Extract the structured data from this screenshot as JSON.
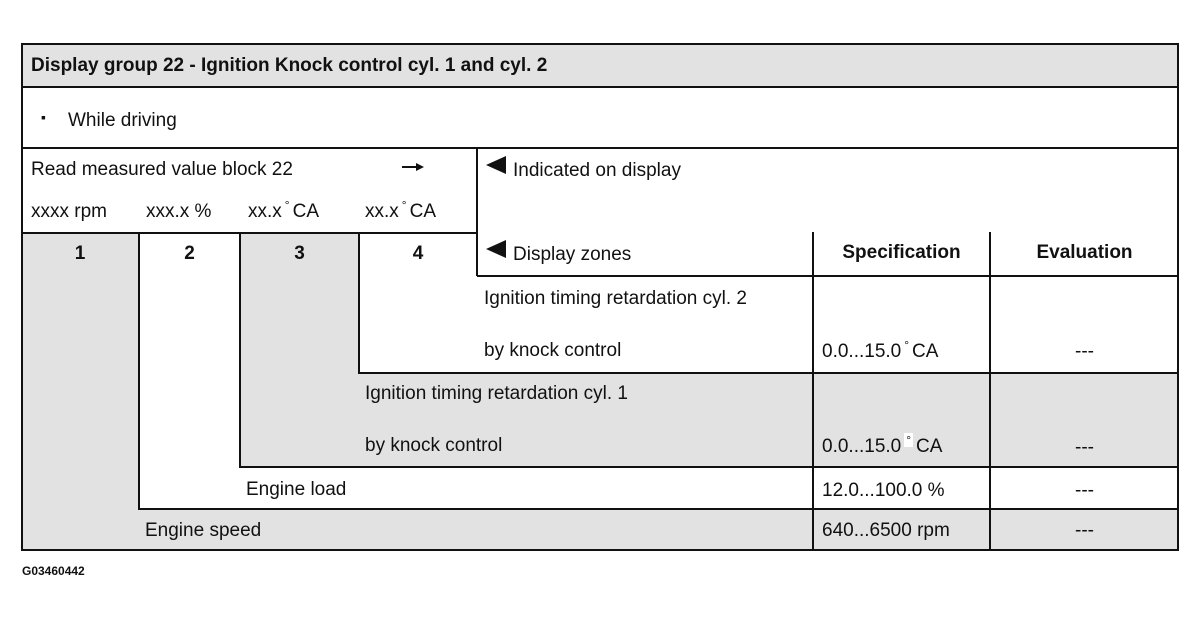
{
  "header": {
    "title": "Display group 22 - Ignition Knock control cyl. 1 and cyl. 2"
  },
  "condition": {
    "bullet": "▪",
    "text": "While driving"
  },
  "read_block": {
    "label": "Read measured value block 22",
    "arrow_icon": "right-arrow-icon",
    "units": [
      "xxxx rpm",
      "xxx.x %",
      "xx.x",
      "xx.x"
    ],
    "unit_suffix": "CA",
    "degree": "°"
  },
  "indicated": {
    "icon": "triangle-pointer-icon",
    "text": "Indicated on display"
  },
  "columns": {
    "numbers": [
      "1",
      "2",
      "3",
      "4"
    ],
    "display_zones": "Display zones",
    "specification": "Specification",
    "evaluation": "Evaluation"
  },
  "rows": [
    {
      "line1": "Ignition timing retardation cyl. 2",
      "line2": "by knock control",
      "spec_value": "0.0...15.0",
      "spec_unit": "CA",
      "evaluation": "---"
    },
    {
      "line1": "Ignition timing retardation cyl. 1",
      "line2": "by knock control",
      "spec_value": "0.0...15.0",
      "spec_unit": "CA",
      "evaluation": "---"
    },
    {
      "line1": "Engine load",
      "spec_value": "12.0...100.0 %",
      "evaluation": "---"
    },
    {
      "line1": "Engine speed",
      "spec_value": "640...6500 rpm",
      "evaluation": "---"
    }
  ],
  "figure_id": "G03460442"
}
